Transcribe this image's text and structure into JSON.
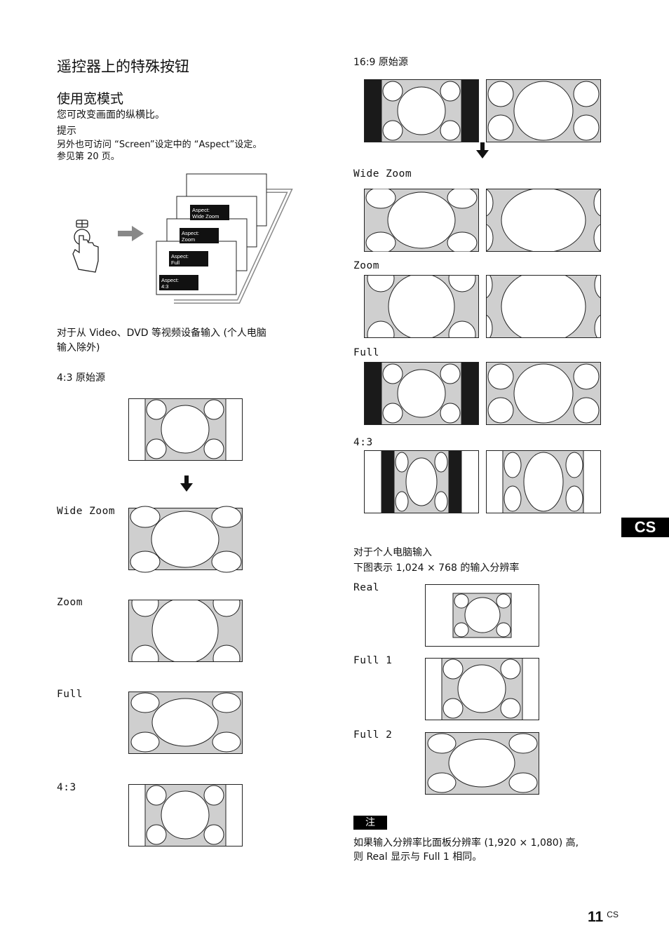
{
  "title": "遥控器上的特殊按钮",
  "section": {
    "heading": "使用宽模式",
    "intro": "您可改变画面的纵横比。",
    "tip_label": "提示",
    "tip_line1": "另外也可访问 “Screen”设定中的 “Aspect”设定。",
    "tip_line2": "参见第 20 页。"
  },
  "menu_illustration": {
    "cards": [
      {
        "line1": "Aspect:",
        "line2": "Wide Zoom"
      },
      {
        "line1": "Aspect:",
        "line2": "Zoom"
      },
      {
        "line1": "Aspect:",
        "line2": "Full"
      },
      {
        "line1": "Aspect:",
        "line2": "4:3"
      }
    ],
    "icons": [
      "remote-hand-icon",
      "arrow-right-icon",
      "cycle-arrow-icon"
    ]
  },
  "video_section": {
    "title_line1": "对于从 Video、DVD 等视频设备输入 (个人电脑",
    "title_line2": "输入除外)",
    "source_label": "4:3 原始源",
    "modes": [
      "Wide Zoom",
      "Zoom",
      "Full",
      "4:3"
    ]
  },
  "widescreen_section": {
    "source_label": "16:9 原始源",
    "modes": [
      "Wide Zoom",
      "Zoom",
      "Full",
      "4:3"
    ]
  },
  "pc_section": {
    "title": "对于个人电脑输入",
    "subtitle": "下图表示 1,024 × 768 的输入分辨率",
    "modes": [
      "Real",
      "Full 1",
      "Full 2"
    ]
  },
  "note": {
    "label": "注",
    "line1": "如果输入分辨率比面板分辨率 (1,920 × 1,080) 高,",
    "line2": "则 Real 显示与 Full 1 相同。"
  },
  "side_tab": "CS",
  "page_number": "11",
  "page_suffix": "CS",
  "colors": {
    "screen_gray": "#cfcfcf",
    "bar_black": "#1a1a1a"
  }
}
